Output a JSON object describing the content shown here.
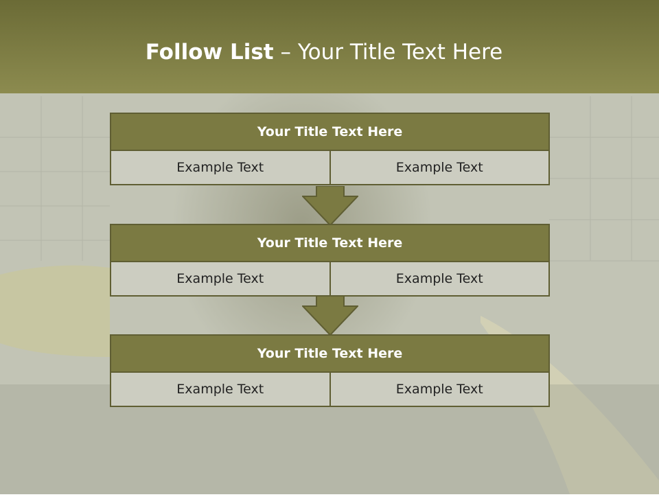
{
  "slide": {
    "title_bold": "Follow List",
    "title_rest": " – Your Title Text Here"
  },
  "steps": [
    {
      "title": "Your Title Text Here",
      "left": "Example Text",
      "right": "Example Text"
    },
    {
      "title": "Your Title Text Here",
      "left": "Example Text",
      "right": "Example Text"
    },
    {
      "title": "Your Title Text Here",
      "left": "Example Text",
      "right": "Example Text"
    }
  ],
  "colors": {
    "header": "#8c8b4f",
    "block_head": "#7b7a42",
    "cell": "#cccdc1",
    "border": "#5f5e33"
  }
}
